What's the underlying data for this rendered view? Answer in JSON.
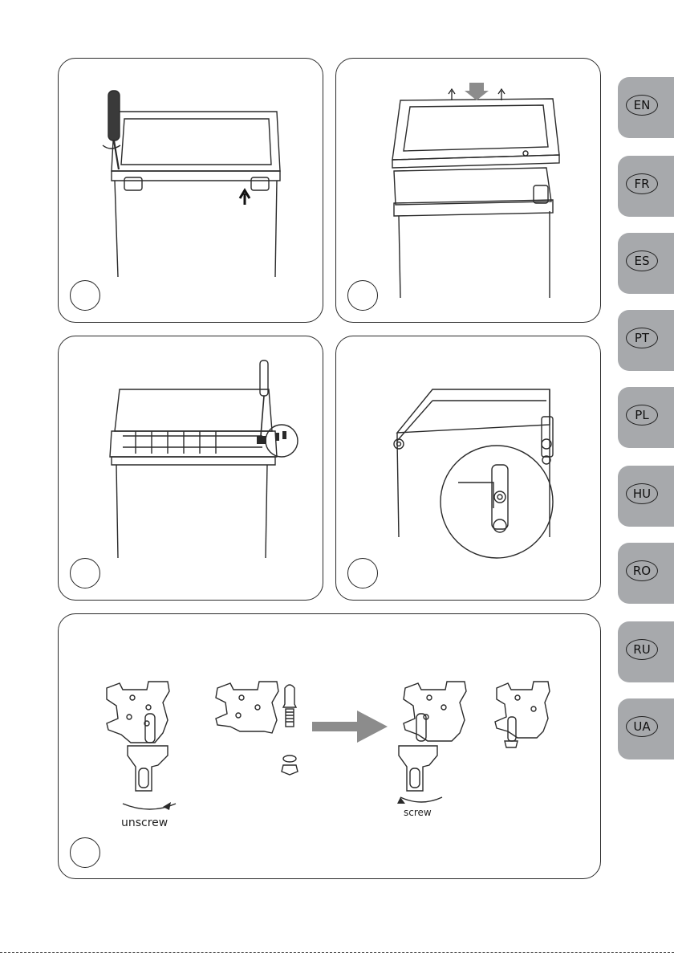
{
  "language_tabs": [
    "EN",
    "FR",
    "ES",
    "PT",
    "PL",
    "HU",
    "RO",
    "RU",
    "UA"
  ],
  "panels": {
    "p6": {
      "caption_left": "unscrew",
      "caption_right": "screw"
    }
  },
  "colors": {
    "tab": "#a7a9ac",
    "line": "#2a2a2a",
    "arrow": "#8c8c8c"
  }
}
